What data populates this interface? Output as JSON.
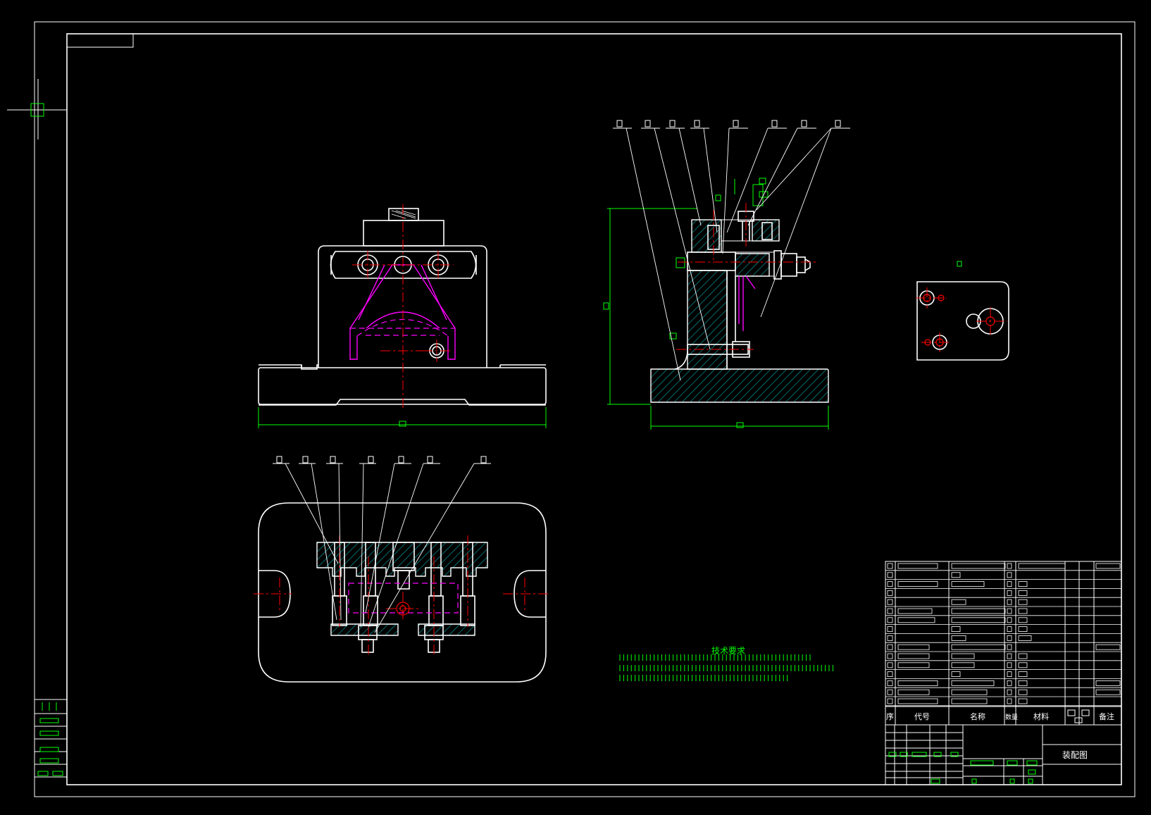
{
  "title_block": {
    "drawing_name": "装配图",
    "header_row": {
      "seq": "序",
      "code": "代号",
      "name": "名称",
      "qty": "数量",
      "material": "材料",
      "remark": "备注"
    }
  },
  "technical_requirements": {
    "heading": "技术要求"
  },
  "colors": {
    "background": "#000000",
    "outline": "#ffffff",
    "dimension": "#00ff00",
    "centerline": "#ff0000",
    "hidden": "#ff00ff",
    "hatch": "#00b0b0"
  }
}
